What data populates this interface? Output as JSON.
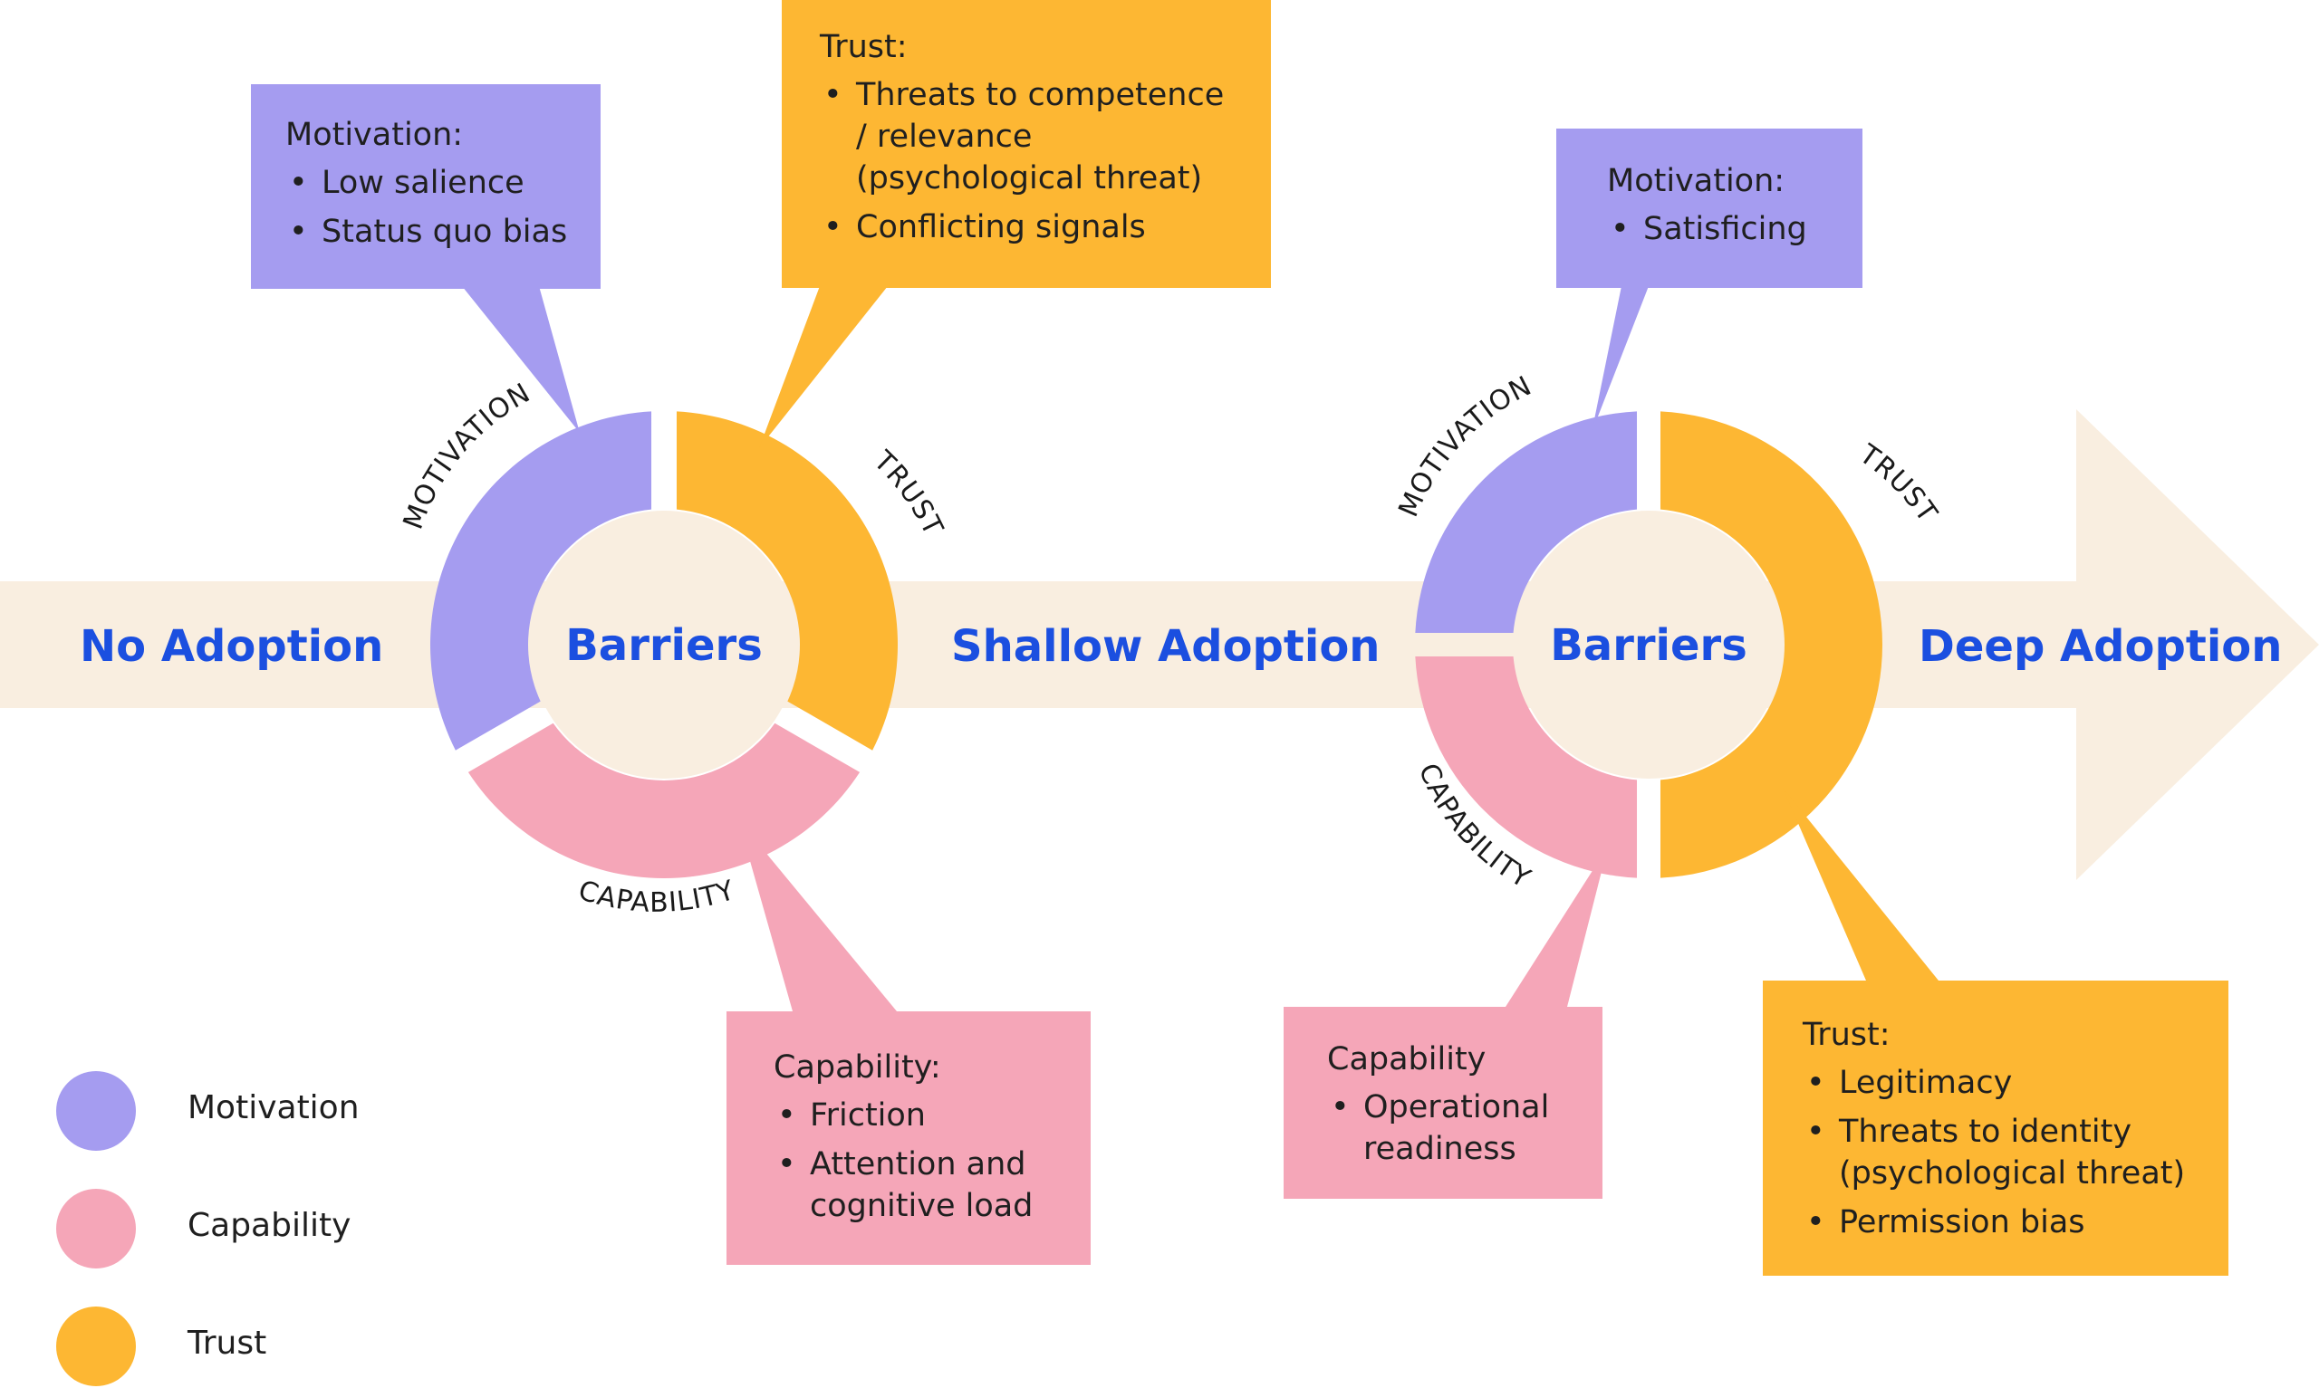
{
  "colors": {
    "motivation": "#a59cf0",
    "capability": "#f5a6b8",
    "trust": "#fdb733",
    "arrow": "#f9eee0",
    "stage_text": "#1b4fe0"
  },
  "stages": {
    "no_adoption": "No Adoption",
    "shallow_adoption": "Shallow Adoption",
    "deep_adoption": "Deep Adoption"
  },
  "ring1": {
    "center": "Barriers",
    "motivation_label": "MOTIVATION",
    "trust_label": "TRUST",
    "capability_label": "CAPABILITY"
  },
  "ring2": {
    "center": "Barriers",
    "motivation_label": "MOTIVATION",
    "trust_label": "TRUST",
    "capability_label": "CAPABILITY"
  },
  "callouts": {
    "motivation1": {
      "title": "Motivation:",
      "items": [
        "Low salience",
        "Status quo bias"
      ]
    },
    "trust1": {
      "title": "Trust:",
      "items": [
        "Threats to competence / relevance (psychological threat)",
        "Conflicting signals"
      ]
    },
    "capability1": {
      "title": "Capability:",
      "items": [
        "Friction",
        "Attention and cognitive load"
      ]
    },
    "motivation2": {
      "title": "Motivation:",
      "items": [
        "Satisficing"
      ]
    },
    "capability2": {
      "title": "Capability",
      "items": [
        "Operational readiness"
      ]
    },
    "trust2": {
      "title": "Trust:",
      "items": [
        "Legitimacy",
        "Threats to identity (psychological threat)",
        "Permission bias"
      ]
    }
  },
  "legend": [
    {
      "label": "Motivation",
      "color": "#a59cf0"
    },
    {
      "label": "Capability",
      "color": "#f5a6b8"
    },
    {
      "label": "Trust",
      "color": "#fdb733"
    }
  ]
}
